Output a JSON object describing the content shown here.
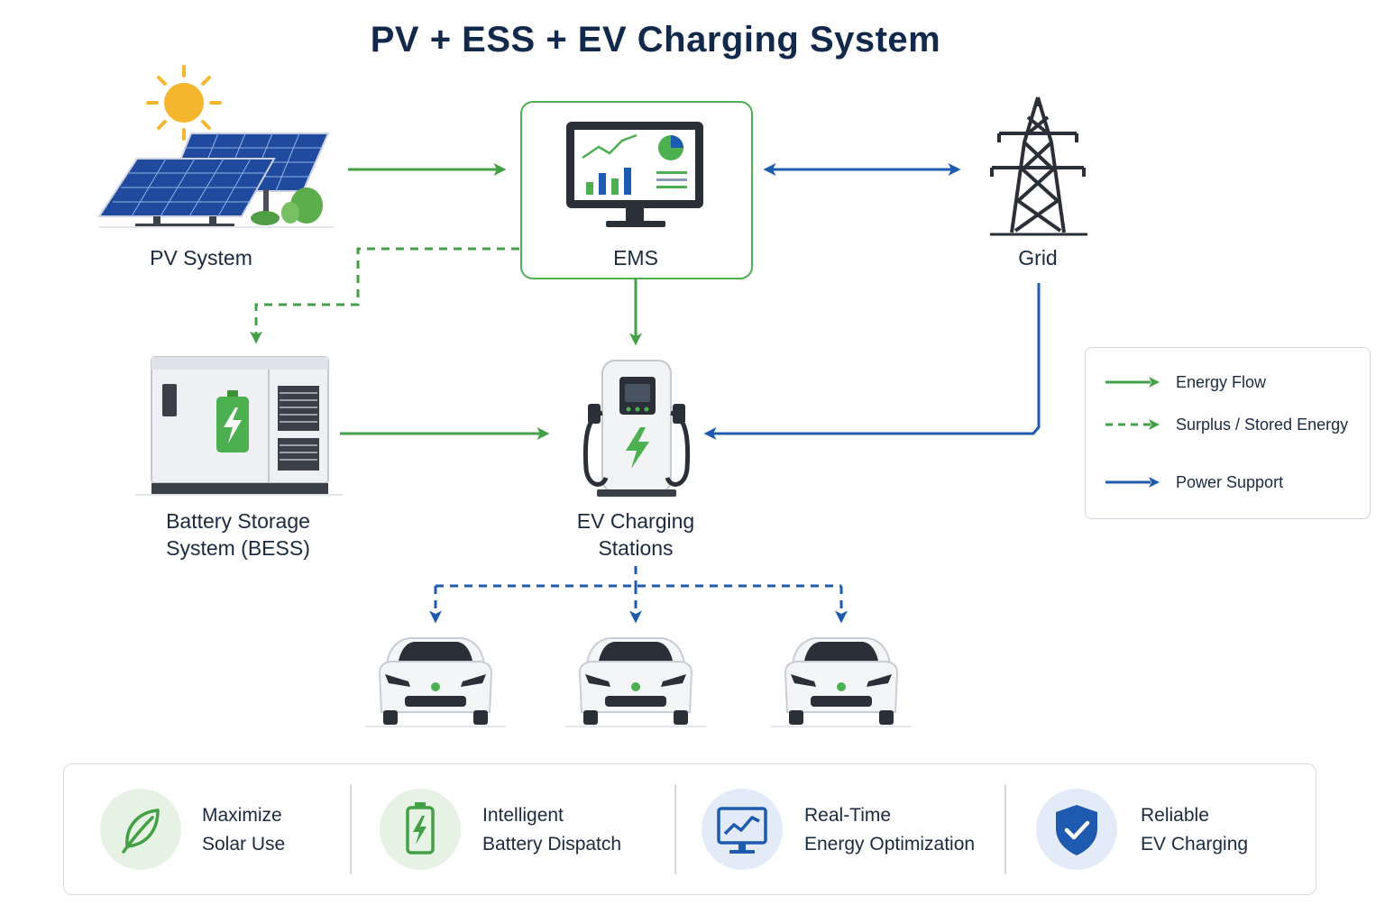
{
  "title": "PV + ESS + EV Charging System",
  "nodes": {
    "pv": {
      "label": "PV System"
    },
    "ems": {
      "label": "EMS"
    },
    "grid": {
      "label": "Grid"
    },
    "bess": {
      "label_line1": "Battery Storage",
      "label_line2": "System (BESS)"
    },
    "ev_stations": {
      "label_line1": "EV Charging",
      "label_line2": "Stations"
    }
  },
  "legend": {
    "items": [
      {
        "label": "Energy Flow",
        "style": "solid",
        "color": "#43a047"
      },
      {
        "label": "Surplus / Stored Energy",
        "style": "dashed",
        "color": "#43a047"
      },
      {
        "label": "Power Support",
        "style": "solid",
        "color": "#1e5bb0"
      }
    ]
  },
  "benefits": [
    {
      "line1": "Maximize",
      "line2": "Solar Use",
      "icon": "leaf-icon"
    },
    {
      "line1": "Intelligent",
      "line2": "Battery Dispatch",
      "icon": "battery-icon"
    },
    {
      "line1": "Real-Time",
      "line2": "Energy Optimization",
      "icon": "monitor-chart-icon"
    },
    {
      "line1": "Reliable",
      "line2": "EV Charging",
      "icon": "shield-check-icon"
    }
  ],
  "colors": {
    "green": "#43a047",
    "blue": "#1e5bb0",
    "title": "#13294b"
  }
}
